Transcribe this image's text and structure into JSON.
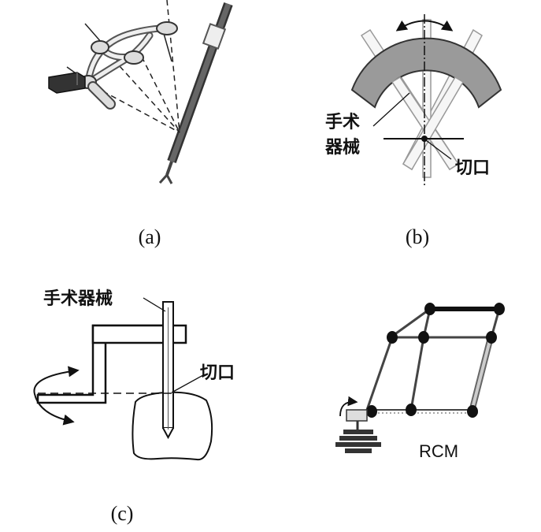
{
  "panels": {
    "a": {
      "caption": "(a)"
    },
    "b": {
      "caption": "(b)",
      "instrument_label_line1": "手术",
      "instrument_label_line2": "器械",
      "incision_label": "切口"
    },
    "c": {
      "caption": "(c)",
      "instrument_label": "手术器械",
      "incision_label": "切口"
    },
    "d": {
      "rcm_label": "RCM"
    }
  }
}
